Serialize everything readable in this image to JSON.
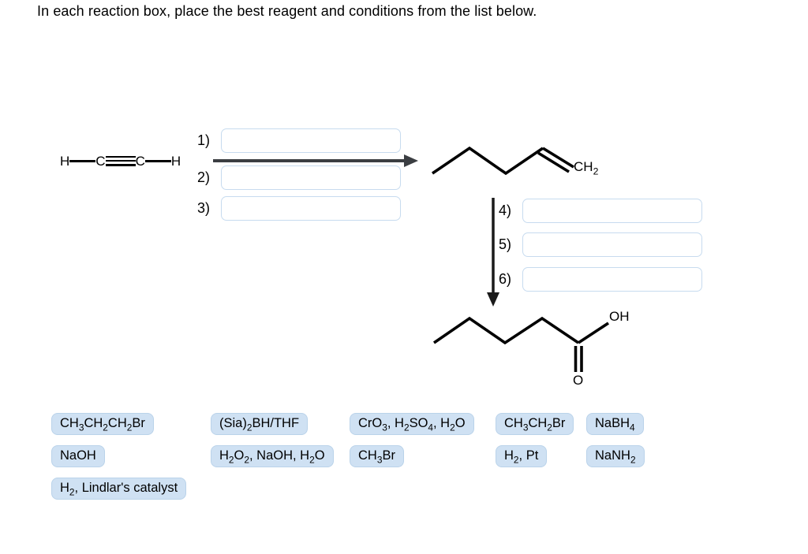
{
  "title": "In each reaction box, place the best reagent and conditions from the list below.",
  "colors": {
    "chip_bg": "#cfe1f3",
    "chip_border": "#bad3ea",
    "answer_box_border": "#c7dbef",
    "horizontal_arrow": "#3b3e42",
    "vertical_arrow": "#1a1a1a",
    "bond": "#000000"
  },
  "molecules": {
    "acetylene": {
      "atoms": [
        "H",
        "C",
        "C",
        "H"
      ]
    },
    "pentene": {
      "end_label": "CH₂"
    },
    "pentanoic_acid": {
      "oh_label": "OH",
      "o_label": "O"
    }
  },
  "steps": {
    "top": [
      {
        "label": "1)",
        "value": ""
      },
      {
        "label": "2)",
        "value": ""
      },
      {
        "label": "3)",
        "value": ""
      }
    ],
    "bottom": [
      {
        "label": "4)",
        "value": ""
      },
      {
        "label": "5)",
        "value": ""
      },
      {
        "label": "6)",
        "value": ""
      }
    ]
  },
  "reagent_columns": [
    [
      "CH₃CH₂CH₂Br",
      "NaOH",
      "H₂, Lindlar's catalyst"
    ],
    [
      "(Sia)₂BH/THF",
      "H₂O₂, NaOH, H₂O"
    ],
    [
      "CrO₃, H₂SO₄, H₂O",
      "CH₃Br"
    ],
    [
      "CH₃CH₂Br",
      "H₂, Pt"
    ],
    [
      "NaBH₄",
      "NaNH₂"
    ]
  ]
}
